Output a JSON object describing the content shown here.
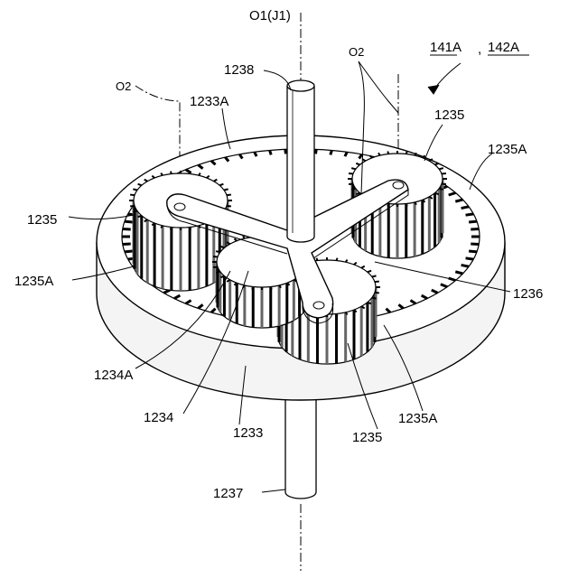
{
  "labels": {
    "axis_o1": "O1(J1)",
    "axis_o2_left": "O2",
    "axis_o2_right": "O2",
    "figure_ref_a": "141A",
    "figure_ref_sep": ",",
    "figure_ref_b": "142A",
    "shaft_top": "1238",
    "gear_teeth_top": "1233A",
    "planet_right_top": "1235",
    "planet_teeth_right": "1235A",
    "planet_left": "1235",
    "planet_teeth_left": "1235A",
    "carrier": "1236",
    "sun_teeth": "1234A",
    "sun_gear": "1234",
    "ring_gear": "1233",
    "planet_bottom": "1235",
    "planet_teeth_bottom": "1235A",
    "shaft_bottom": "1237"
  }
}
